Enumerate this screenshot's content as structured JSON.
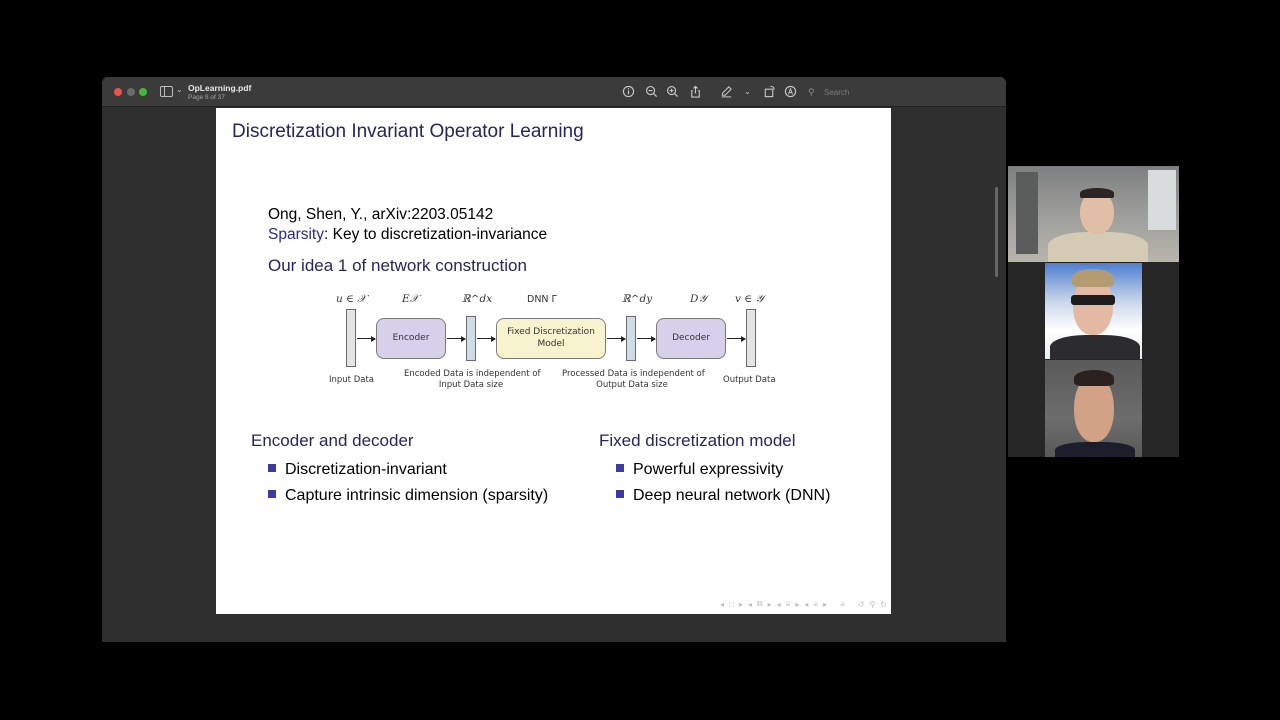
{
  "window": {
    "file_name": "OpLearning.pdf",
    "page_indicator": "Page 8 of 37",
    "toolbar": {
      "icons": [
        "info-icon",
        "zoom-out-icon",
        "zoom-in-icon",
        "share-icon",
        "markup-pen-icon",
        "chevron-down-icon",
        "rotate-icon",
        "annotate-icon"
      ],
      "search_placeholder": "Search"
    }
  },
  "slide": {
    "title": "Discretization Invariant Operator Learning",
    "citation": "Ong, Shen, Y., arXiv:2203.05142",
    "sparsity_label": "Sparsity",
    "sparsity_text": ": Key to discretization-invariance",
    "idea_heading": "Our idea 1 of network construction",
    "diagram": {
      "labels_top": {
        "input": "u ∈ 𝒳",
        "encoder": "E𝒳",
        "latent_in": "ℝ^dx",
        "dnn": "DNN Γ",
        "latent_out": "ℝ^dy",
        "decoder": "D𝒴",
        "output": "v ∈ 𝒴"
      },
      "blocks": {
        "encoder": "Encoder",
        "fixed_model_line1": "Fixed Discretization",
        "fixed_model_line2": "Model",
        "decoder": "Decoder"
      },
      "captions": {
        "input": "Input Data",
        "encoded_line1": "Encoded Data is independent of",
        "encoded_line2": "Input Data size",
        "processed_line1": "Processed Data is independent of",
        "processed_line2": "Output Data size",
        "output": "Output Data"
      }
    },
    "left_column": {
      "heading": "Encoder and decoder",
      "bullets": [
        "Discretization-invariant",
        "Capture intrinsic dimension (sparsity)"
      ]
    },
    "right_column": {
      "heading": "Fixed discretization model",
      "bullets": [
        "Powerful expressivity",
        "Deep neural network (DNN)"
      ]
    },
    "beamer_nav": [
      "◂",
      "□",
      "▸",
      "◂",
      "⧉",
      "▸",
      "◂",
      "≡",
      "▸",
      "◂",
      "≡",
      "▸",
      "≡",
      "↺",
      "⚲",
      "↻"
    ]
  },
  "participants": [
    {
      "position": "top",
      "description": "participant in home office"
    },
    {
      "position": "middle",
      "description": "participant with sunglasses"
    },
    {
      "position": "bottom",
      "description": "participant smiling"
    }
  ],
  "colors": {
    "slide_heading": "#25255f",
    "bullet_square": "#3a3aa0",
    "encoder_block": "#d6d0ea",
    "model_block": "#f8f3cf"
  }
}
